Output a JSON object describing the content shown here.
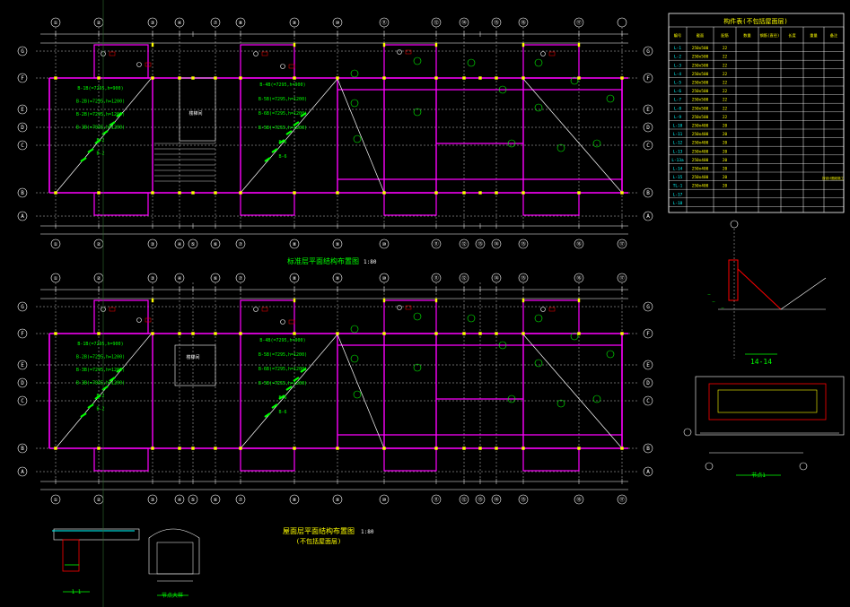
{
  "app": {
    "background": "#000000"
  },
  "colors": {
    "grid": "#ffffff",
    "beam": "#ff00ff",
    "slab": "#00ff00",
    "wall": "#ffff00",
    "dim": "#ffffff",
    "red": "#ff0000",
    "cyan": "#00ffff",
    "title": "#00ff00"
  },
  "axes": {
    "columns": [
      "①",
      "②",
      "③",
      "④",
      "⑦",
      "⑧",
      "⑨",
      "⑩",
      "⑪",
      "⑫",
      "⑭",
      "⑮",
      "⑯",
      "⑰"
    ],
    "columns_bottom": [
      "①",
      "②",
      "③",
      "④",
      "⑤",
      "⑥",
      "⑦",
      "⑧",
      "⑨",
      "⑩",
      "⑪",
      "⑫",
      "⑬",
      "⑭",
      "⑮",
      "⑯",
      "⑰"
    ],
    "rows": [
      "G",
      "F",
      "E",
      "D",
      "C",
      "B",
      "A"
    ]
  },
  "plan1": {
    "title": "标准层平面结构布置图",
    "scale": "1:80",
    "stair_label": "楼梯间",
    "beams": [
      "B-1B(=7295,h=900)",
      "B-2B(=7295,h=1200)",
      "B-2B(=7295,h=1200)",
      "B-3B(=7845,h=1200)",
      "B-2",
      "B-2"
    ],
    "beams_right": [
      "B-4B(=7295,h=900)",
      "B-5B(=7295,h=1200)",
      "B-6B(=7295,h=1200)",
      "B-5B(=7255,h=1200)",
      "B-6",
      "B-6"
    ]
  },
  "plan2": {
    "title": "屋面层平面结构布置图",
    "subtitle": "(不包括屋面层)",
    "scale": "1:80",
    "stair_label": "楼梯间",
    "beams": [
      "B-1B(=7295,h=900)",
      "B-2B(=7295,h=1200)",
      "B-3B(=7295,h=1200)",
      "B-3B(=7845,h=1200)",
      "B-2",
      "B-2"
    ],
    "beams_right": [
      "B-4B(=7295,h=900)",
      "B-5B(=7295,h=1200)",
      "B-6B(=7295,h=1200)",
      "B-5B(=7255,h=1200)",
      "B-6",
      "B-6"
    ]
  },
  "table": {
    "title": "构件表(不包括屋面层)",
    "headers": [
      "编号",
      "截面",
      "配筋",
      "数量",
      "钢筋(直径)",
      "长度",
      "重量",
      "备注"
    ],
    "rows": [
      [
        "L-1",
        "250x500",
        "22"
      ],
      [
        "L-2",
        "250x500",
        "22"
      ],
      [
        "L-3",
        "250x500",
        "22"
      ],
      [
        "L-4",
        "250x500",
        "22"
      ],
      [
        "L-5",
        "250x500",
        "22"
      ],
      [
        "L-6",
        "250x500",
        "22"
      ],
      [
        "L-7",
        "250x500",
        "22"
      ],
      [
        "L-8",
        "250x500",
        "22"
      ],
      [
        "L-9",
        "250x500",
        "22"
      ],
      [
        "L-10",
        "250x400",
        "20"
      ],
      [
        "L-11",
        "250x400",
        "20"
      ],
      [
        "L-12",
        "250x400",
        "20"
      ],
      [
        "L-13",
        "250x400",
        "20"
      ],
      [
        "L-13a",
        "250x400",
        "20"
      ],
      [
        "L-14",
        "250x400",
        "20"
      ],
      [
        "L-15",
        "250x400",
        "20"
      ],
      [
        "TL-1",
        "250x400",
        "20"
      ],
      [
        "L-17",
        ""
      ],
      [
        "L-18",
        ""
      ]
    ],
    "note": "按设计图纸施工"
  },
  "details": {
    "section_14": "14-14",
    "detail_1": "1-1",
    "detail_2": "节点大样",
    "detail_3": "节点1"
  }
}
